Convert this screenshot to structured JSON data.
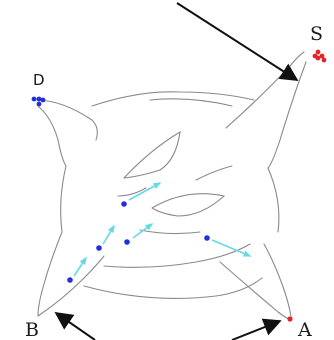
{
  "labels": {
    "top_right": "S",
    "top_left": "D",
    "bottom_left": "B",
    "bottom_right": "A"
  },
  "colors": {
    "outline": "#8a8a8a",
    "arrow": "#111111",
    "flow_arrow": "#66d9e8",
    "particle_blue": "#2230d8",
    "particle_red": "#e02626"
  },
  "icons": {
    "pointer_arrows": "arrow-icon",
    "flow_arrows": "flow-arrow-icon"
  }
}
